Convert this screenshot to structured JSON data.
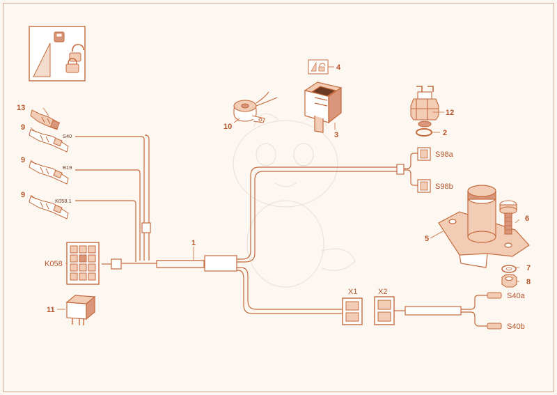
{
  "colors": {
    "background": "#fdf7f1",
    "line": "#c46a3c",
    "fill": "#f2ccb5",
    "fill_dark": "#d9967a",
    "text": "#b4542a"
  },
  "icons": [
    "unlock-icon",
    "lock-icon"
  ],
  "callouts": {
    "n1": "1",
    "n2": "2",
    "n3": "3",
    "n4": "4",
    "n5": "5",
    "n6": "6",
    "n7": "7",
    "n8": "8",
    "n9a": "9",
    "n9b": "9",
    "n9c": "9",
    "n10": "10",
    "n11": "11",
    "n12": "12",
    "n13": "13"
  },
  "connectors": {
    "s40": "S40",
    "b19": "B19",
    "k0581": "K058.1",
    "k058": "K058",
    "s98a": "S98a",
    "s98b": "S98b",
    "x1": "X1",
    "x2": "X2",
    "s40a": "S40a",
    "s40b": "S40b"
  }
}
